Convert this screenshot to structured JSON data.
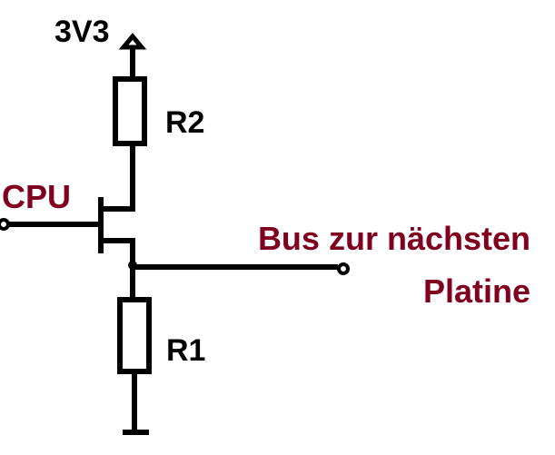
{
  "diagram": {
    "type": "circuit-schematic",
    "supply_label": "3V3",
    "components": [
      {
        "id": "R2",
        "label": "R2",
        "kind": "resistor"
      },
      {
        "id": "R1",
        "label": "R1",
        "kind": "resistor"
      },
      {
        "id": "Q1",
        "label": "",
        "kind": "fet-transistor"
      }
    ],
    "input_label": "CPU",
    "output_label_line1": "Bus zur nächsten",
    "output_label_line2": "Platine",
    "colors": {
      "wire": "#000000",
      "label_black": "#000000",
      "label_red": "#800020"
    }
  }
}
